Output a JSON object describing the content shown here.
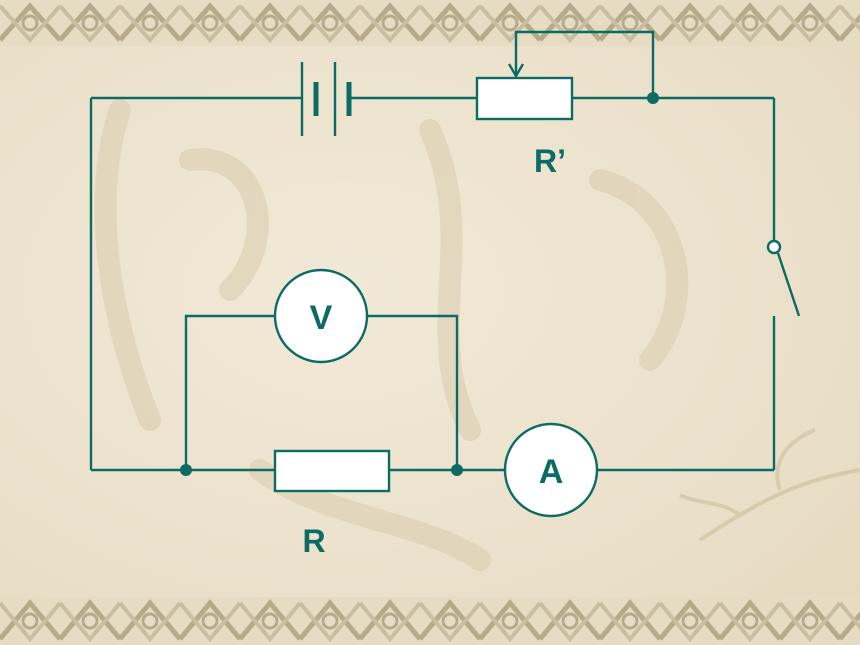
{
  "diagram": {
    "labels": {
      "rheostat": "R’",
      "resistor": "R",
      "voltmeter": "V",
      "ammeter": "A"
    }
  },
  "colors": {
    "wire": "#0d6b66",
    "background": "#ece3cf",
    "border_pattern": "#b7aa8a"
  }
}
